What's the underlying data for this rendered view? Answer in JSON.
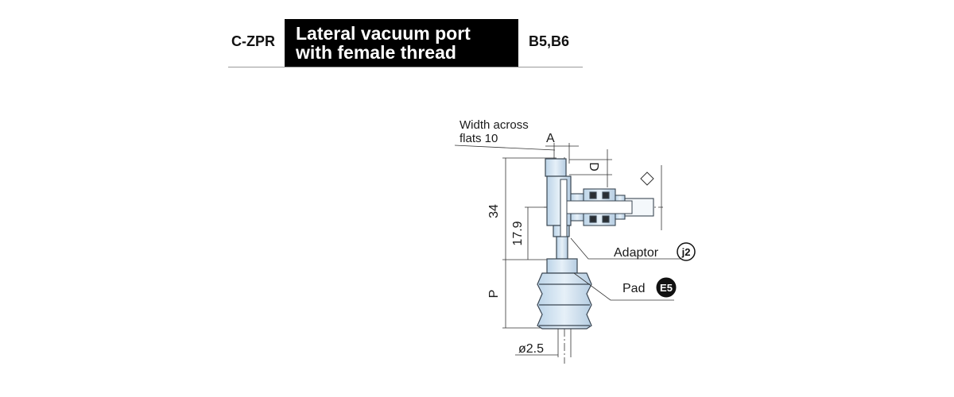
{
  "header": {
    "model": "C-ZPR",
    "title_line1": "Lateral vacuum port",
    "title_line2": "with female thread",
    "variant": "B5,B6"
  },
  "diagram": {
    "width_across_line1": "Width across",
    "width_across_line2": "flats 10",
    "dim_a": "A",
    "dim_d": "D",
    "dim_34": "34",
    "dim_17_9": "17.9",
    "dim_p": "P",
    "dim_dia": "ø2.5",
    "adaptor_label": "Adaptor",
    "adaptor_code": "j2",
    "pad_label": "Pad",
    "pad_code": "E5"
  },
  "colors": {
    "part_fill": "#d3e4f2",
    "part_stroke": "#3a4652",
    "title_bg": "#000000"
  }
}
